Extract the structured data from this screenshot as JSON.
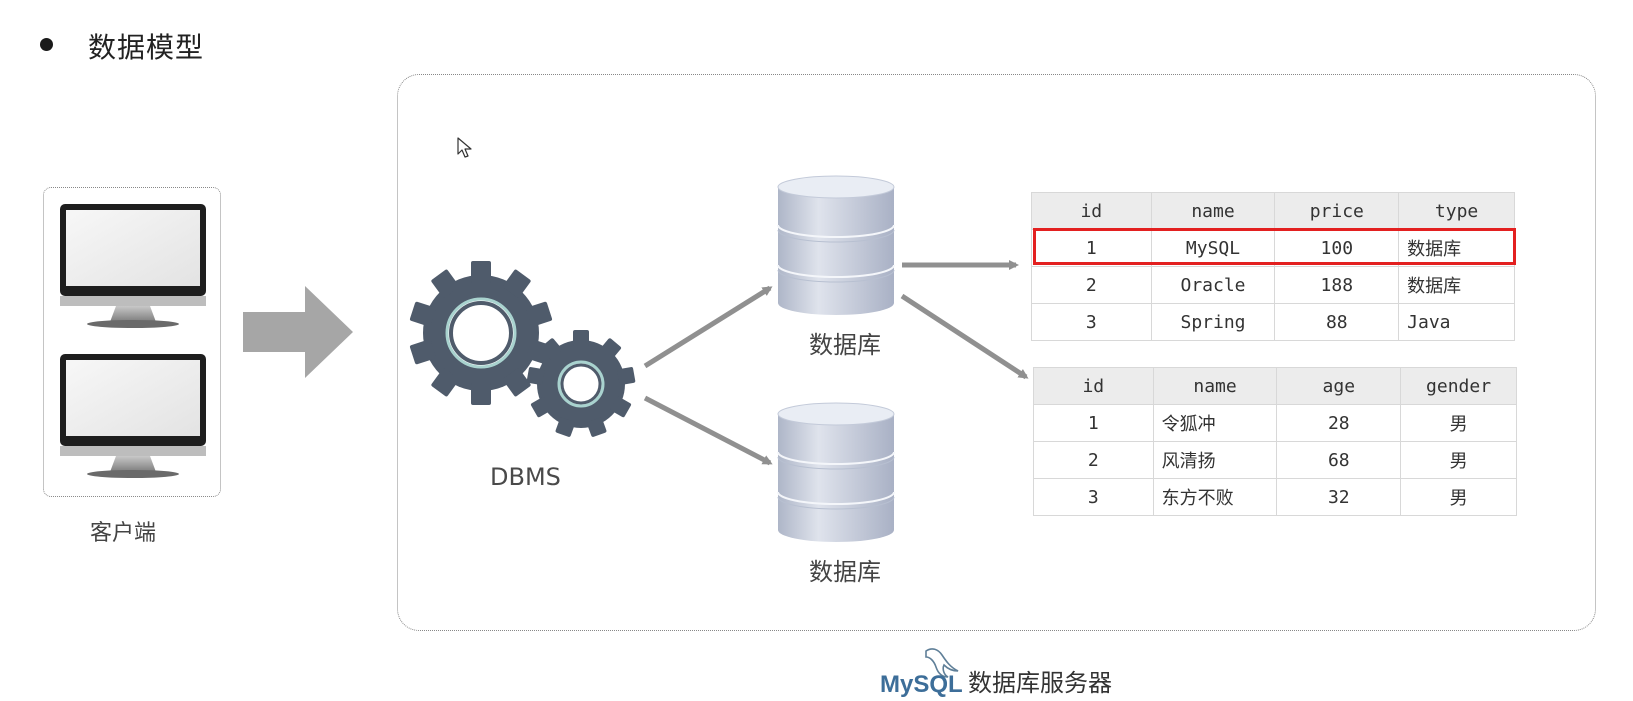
{
  "heading": "数据模型",
  "client": {
    "label": "客户端"
  },
  "server": {
    "dbms_label": "DBMS",
    "databases": [
      {
        "label": "数据库"
      },
      {
        "label": "数据库"
      }
    ],
    "caption": "数据库服务器",
    "logo_text": "MySQL"
  },
  "tables": [
    {
      "columns": [
        "id",
        "name",
        "price",
        "type"
      ],
      "rows": [
        [
          "1",
          "MySQL",
          "100",
          "数据库"
        ],
        [
          "2",
          "Oracle",
          "188",
          "数据库"
        ],
        [
          "3",
          "Spring",
          "88",
          "Java"
        ]
      ],
      "highlighted_row": 0
    },
    {
      "columns": [
        "id",
        "name",
        "age",
        "gender"
      ],
      "rows": [
        [
          "1",
          "令狐冲",
          "28",
          "男"
        ],
        [
          "2",
          "风清扬",
          "68",
          "男"
        ],
        [
          "3",
          "东方不败",
          "32",
          "男"
        ]
      ]
    }
  ],
  "colors": {
    "gear": "#4f5b6b",
    "gear_ring": "#a9d3cf",
    "arrow": "#909090",
    "highlight": "#e32020",
    "cylinder_top": "#e7ebf3",
    "cylinder_body": "#c3cad9"
  },
  "icons": [
    "bullet-dot",
    "monitor-icon",
    "right-arrow-icon",
    "gear-icon",
    "database-cylinder-icon",
    "cursor-icon",
    "mysql-dolphin-logo"
  ]
}
